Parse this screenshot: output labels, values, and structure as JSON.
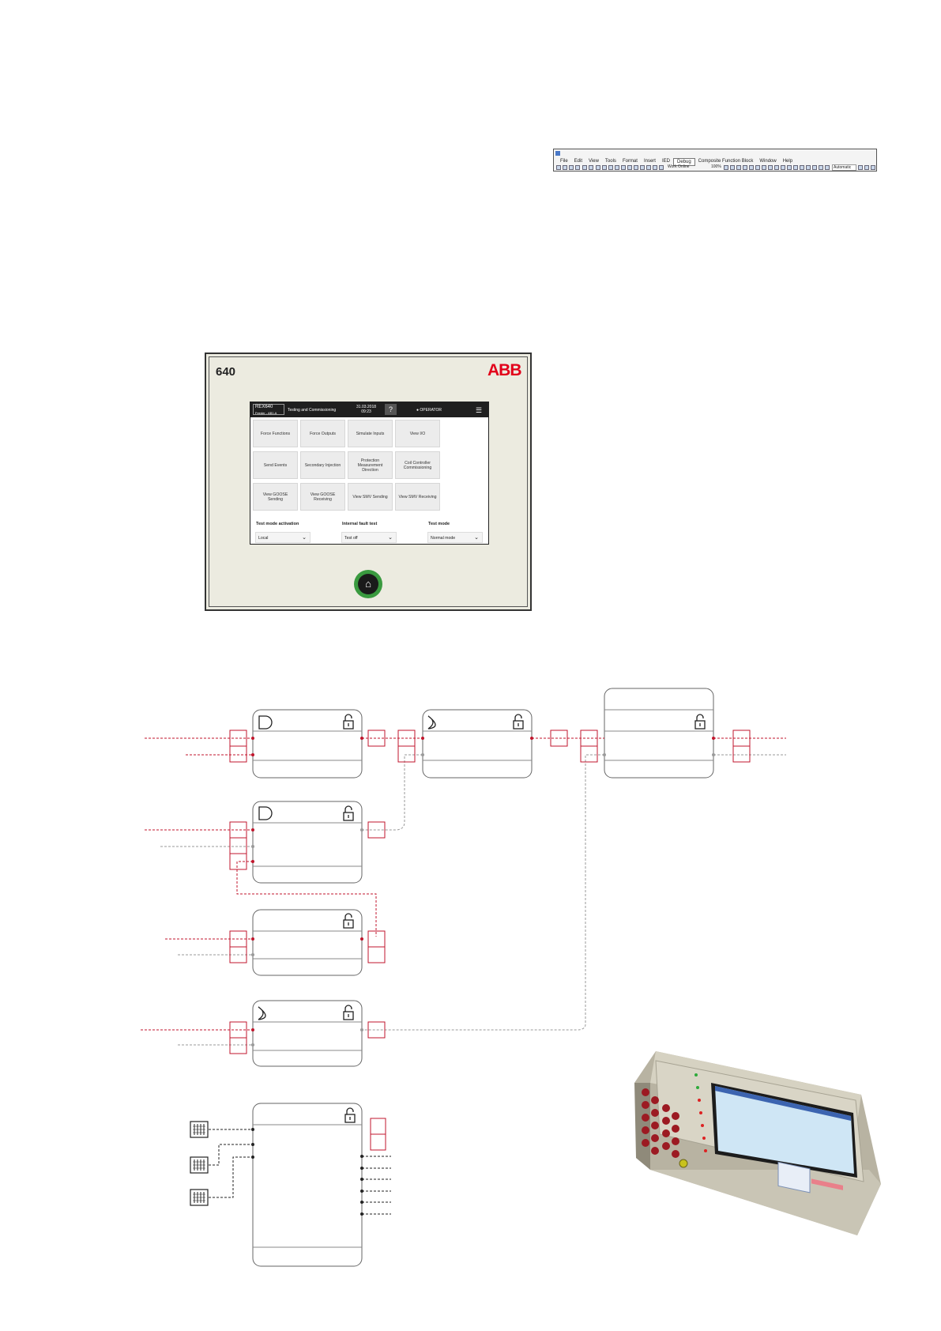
{
  "toolbar": {
    "menu": [
      "File",
      "Edit",
      "View",
      "Tools",
      "Format",
      "Insert",
      "IED",
      "Debug",
      "Composite Function Block",
      "Window",
      "Help"
    ],
    "active_menu": "Debug",
    "work_mode": "Work Online",
    "zoom": "100%",
    "mode_select": "Automatic"
  },
  "hmi": {
    "model": "640",
    "logo": "ABB",
    "topbar": {
      "device": "REX640",
      "device_sub": "Feeder - AB1.A",
      "breadcrumb": "Testing and Commissioning",
      "date": "31.03.2018",
      "time": "09:23",
      "help": "?",
      "user": "OPERATOR",
      "menu": "☰"
    },
    "tiles": [
      "Force Functions",
      "Force Outputs",
      "Simulate Inputs",
      "View I/O",
      "Send Events",
      "Secondary Injection",
      "Protection Measurement Direction",
      "Coil Controller Commissioning",
      "View GOOSE Sending",
      "View GOOSE Receiving",
      "View SMV Sending",
      "View SMV Receiving"
    ],
    "selectors": [
      {
        "label": "Test mode activation",
        "value": "Local"
      },
      {
        "label": "Internal fault test",
        "value": "Test off"
      },
      {
        "label": "Test mode",
        "value": "Normal mode"
      }
    ],
    "home_icon": "home-icon"
  },
  "colors": {
    "accent_red": "#e2001a",
    "wire_red": "#c0162c",
    "wire_grey": "#9a9a9a",
    "hmi_bg": "#ecebe0",
    "home_green": "#3a9a3f"
  }
}
